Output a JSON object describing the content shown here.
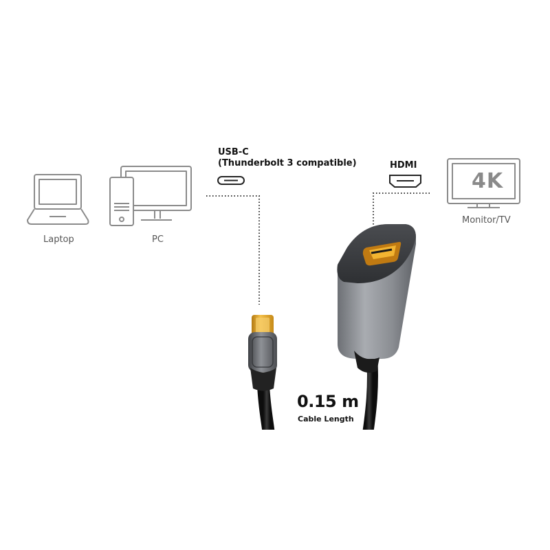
{
  "devices": {
    "laptop": {
      "label": "Laptop",
      "icon": "laptop-icon"
    },
    "pc": {
      "label": "PC",
      "icon": "desktop-pc-icon"
    },
    "monitor": {
      "label": "Monitor/TV",
      "icon": "monitor-icon",
      "screen_text": "4K"
    }
  },
  "ports": {
    "usb_c": {
      "title": "USB-C",
      "subtitle": "(Thunderbolt 3 compatible)",
      "icon": "usb-c-port-icon"
    },
    "hdmi": {
      "title": "HDMI",
      "icon": "hdmi-port-icon"
    }
  },
  "cable": {
    "length": "0.15 m",
    "caption": "Cable Length"
  },
  "colors": {
    "icon_stroke": "#8a8a8a",
    "adapter_body": "#8c8f94",
    "connector_gold": "#e3a41e",
    "cable_black": "#1a1a1a"
  }
}
